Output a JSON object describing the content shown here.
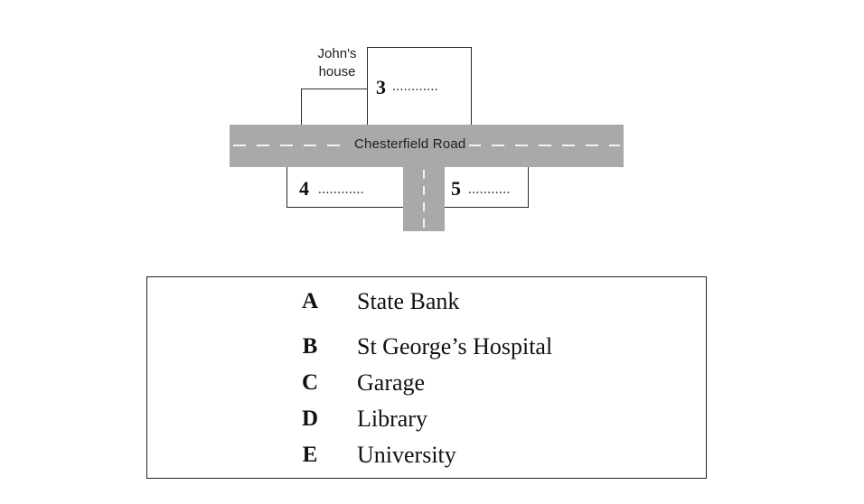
{
  "map": {
    "johns_house_line1": "John's",
    "johns_house_line2": "house",
    "road_name": "Chesterfield Road",
    "blank_3": {
      "number": "3",
      "dots": "............"
    },
    "blank_4": {
      "number": "4",
      "dots": "............"
    },
    "blank_5": {
      "number": "5",
      "dots": "..........."
    }
  },
  "legend": {
    "items": [
      {
        "key": "A",
        "place": "State Bank"
      },
      {
        "key": "B",
        "place": "St George’s Hospital"
      },
      {
        "key": "C",
        "place": "Garage"
      },
      {
        "key": "D",
        "place": "Library"
      },
      {
        "key": "E",
        "place": "University"
      }
    ]
  }
}
